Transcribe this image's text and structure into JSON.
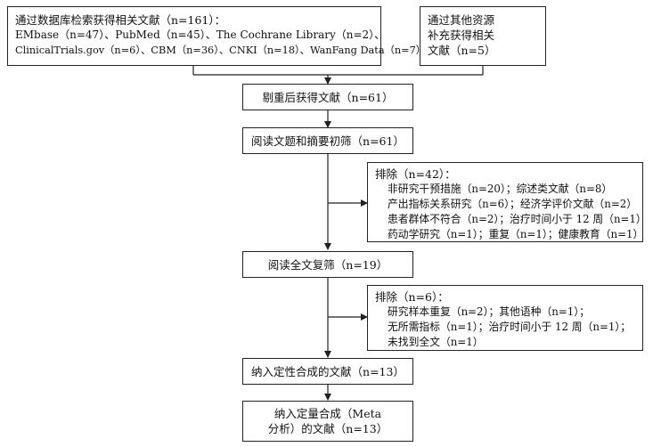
{
  "boxes": {
    "database_search": {
      "lines": [
        "通过数据库检索获得相关文献（n=161）：",
        "EMbase（n=47）、PubMed（n=45）、The Cochrane Library（n=2）、",
        "ClinicalTrials.gov（n=6）、CBM（n=36）、CNKI（n=18）、WanFang Data（n=7）"
      ]
    },
    "other_sources": {
      "lines": [
        "通过其他资源",
        "补充获得相关",
        "文献（n=5）"
      ]
    },
    "after_dedup": {
      "lines": [
        "剔重后获得文献（n=61）"
      ]
    },
    "title_abstract_screen": {
      "lines": [
        "阅读文题和摘要初筛（n=61）"
      ]
    },
    "exclude_1": {
      "lines": [
        "排除（n=42）：",
        "非研究干预措施（n=20）；综述类文献（n=8）",
        "产出指标关系研究（n=6）；经济学评价文献（n=2）",
        "患者群体不符合（n=2）；治疗时间小于 12 周（n=1）",
        "药动学研究（n=1）；重复（n=1）；健康教育（n=1）"
      ]
    },
    "fulltext_screen": {
      "lines": [
        "阅读全文复筛（n=19）"
      ]
    },
    "exclude_2": {
      "lines": [
        "排除（n=6）：",
        "研究样本重复（n=2）；其他语种（n=1）；",
        "无所需指标（n=1）；治疗时间小于 12 周（n=1）；",
        "未找到全文（n=1）"
      ]
    },
    "qualitative_synthesis": {
      "lines": [
        "纳入定性合成的文献（n=13）"
      ]
    },
    "quantitative_synthesis": {
      "lines": [
        "纳入定量合成（Meta",
        "分析）的文献（n=13）"
      ]
    }
  },
  "colors": {
    "stroke": "#222222",
    "text": "#111111",
    "background": "#ffffff"
  }
}
